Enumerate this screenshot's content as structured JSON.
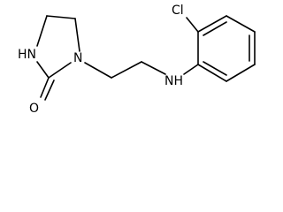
{
  "molecule": {
    "atom_labels": {
      "chlorine": "Cl",
      "amine_nh": "NH",
      "ring_nh": "HN",
      "ring_n": "N",
      "carbonyl_o": "O"
    }
  },
  "colors": {
    "bond": "#000000",
    "label": "#000000",
    "background": "#ffffff"
  }
}
